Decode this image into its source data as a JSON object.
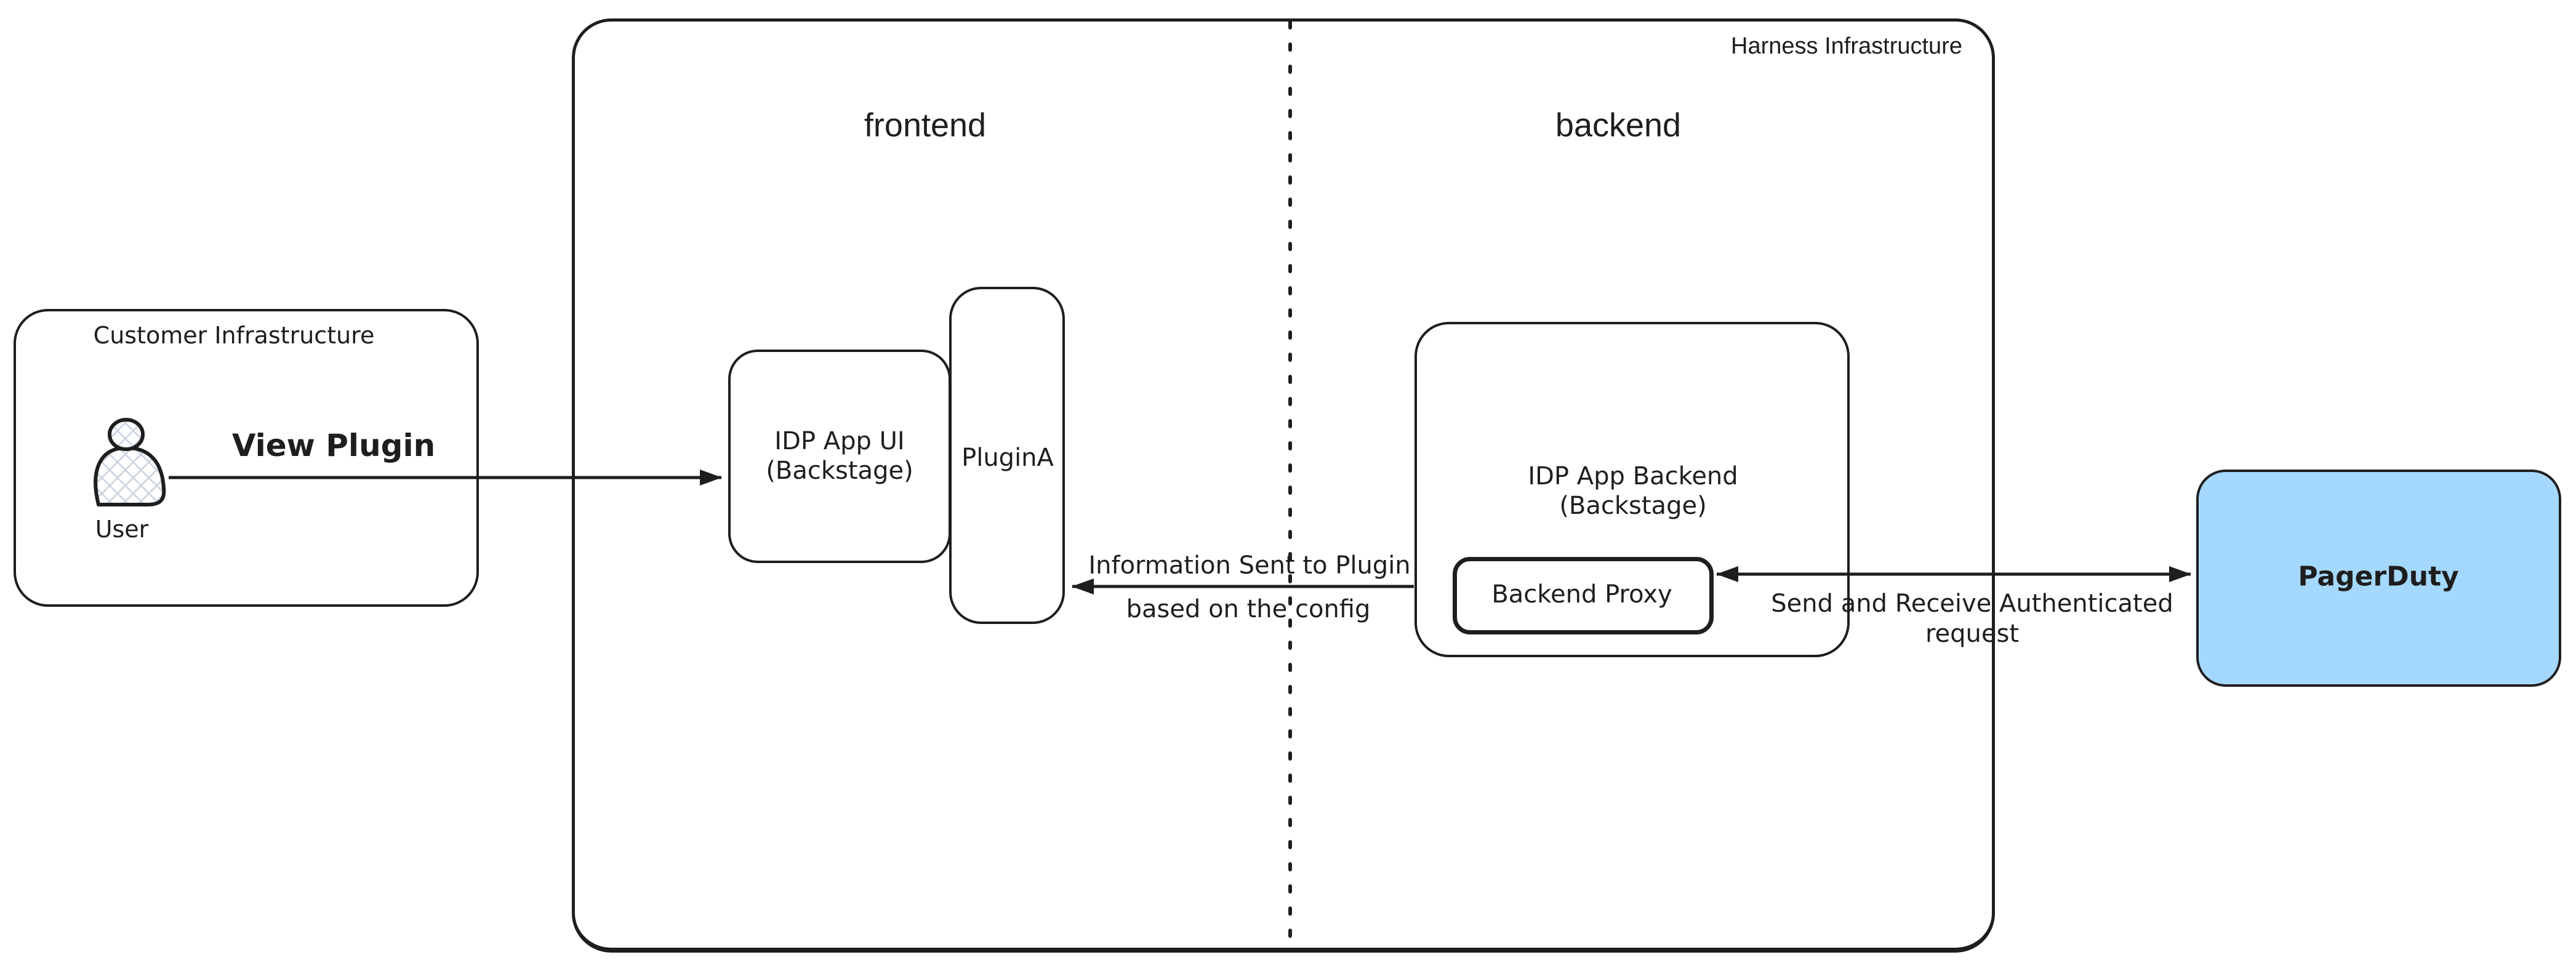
{
  "colors": {
    "stroke": "#1e1e1e",
    "background": "#ffffff",
    "pagerduty_fill": "#a5d8ff",
    "user_hatch": "#c9d4e0"
  },
  "groups": {
    "customer_infrastructure": {
      "title": "Customer Infrastructure"
    },
    "harness_infrastructure": {
      "title": "Harness Infrastructure",
      "zones": {
        "frontend": "frontend",
        "backend": "backend"
      }
    }
  },
  "nodes": {
    "user": {
      "label": "User",
      "icon": "user-icon"
    },
    "idp_app_ui": {
      "line1": "IDP App UI",
      "line2": "(Backstage)"
    },
    "plugin_a": {
      "label": "PluginA"
    },
    "idp_app_backend": {
      "line1": "IDP App Backend",
      "line2": "(Backstage)"
    },
    "backend_proxy": {
      "label": "Backend Proxy"
    },
    "pagerduty": {
      "label": "PagerDuty"
    }
  },
  "arrows": {
    "view_plugin": {
      "label": "View Plugin",
      "direction": "right"
    },
    "info_to_plugin": {
      "line1": "Information Sent to Plugin",
      "line2": "based on the config",
      "direction": "left"
    },
    "send_receive": {
      "line1": "Send and Receive Authenticated",
      "line2": "request",
      "direction": "both"
    }
  }
}
